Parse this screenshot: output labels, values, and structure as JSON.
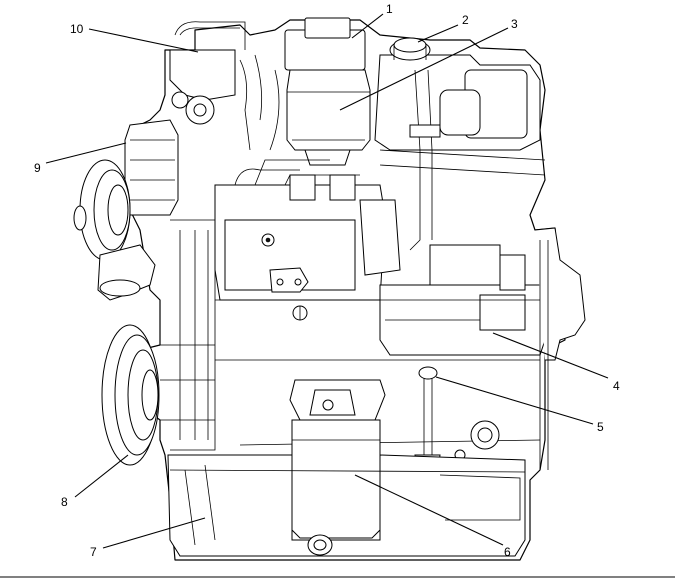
{
  "figure": {
    "callouts": [
      {
        "id": "1",
        "label": "1"
      },
      {
        "id": "2",
        "label": "2"
      },
      {
        "id": "3",
        "label": "3"
      },
      {
        "id": "4",
        "label": "4"
      },
      {
        "id": "5",
        "label": "5"
      },
      {
        "id": "6",
        "label": "6"
      },
      {
        "id": "7",
        "label": "7"
      },
      {
        "id": "8",
        "label": "8"
      },
      {
        "id": "9",
        "label": "9"
      },
      {
        "id": "10",
        "label": "10"
      }
    ],
    "line_color": "#000000",
    "background": "#ffffff"
  }
}
